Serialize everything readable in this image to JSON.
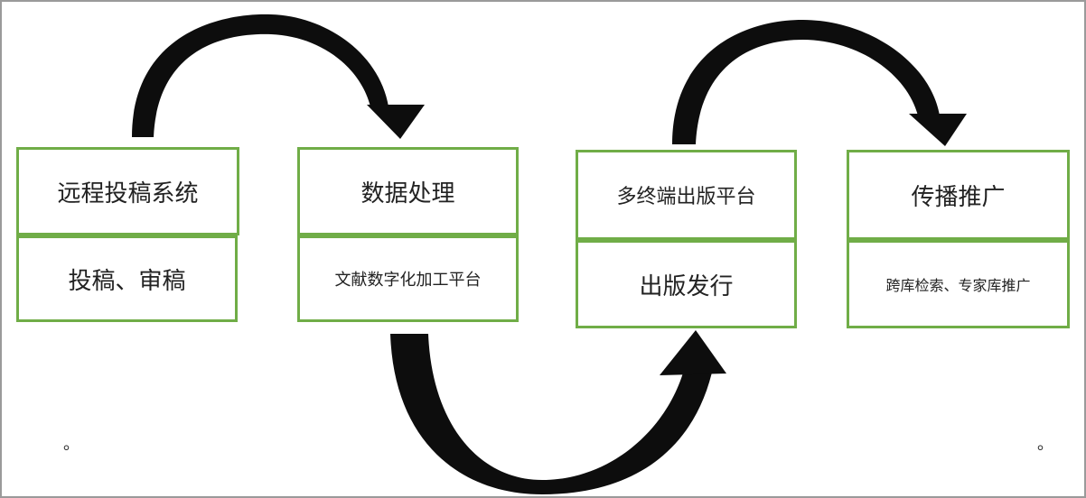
{
  "colors": {
    "box_border": "#70ad47",
    "arrow": "#0d0d0d",
    "frame": "#9a9a9a"
  },
  "stages": [
    {
      "top": "远程投稿系统",
      "bottom": "投稿、审稿"
    },
    {
      "top": "数据处理",
      "bottom": "文献数字化加工平台"
    },
    {
      "top": "多终端出版平台",
      "bottom": "出版发行"
    },
    {
      "top": "传播推广",
      "bottom": "跨库检索、专家库推广"
    }
  ],
  "marks": {
    "left_dot": "。",
    "right_dot": "。"
  }
}
